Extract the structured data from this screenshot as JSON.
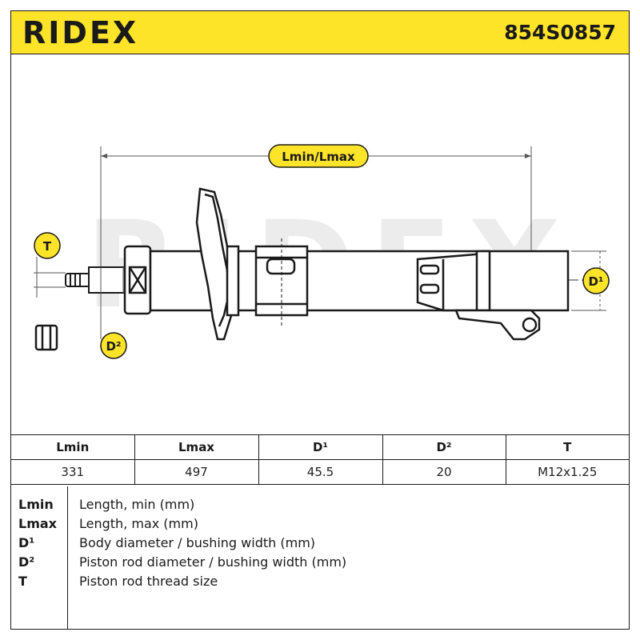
{
  "header": {
    "brand": "RIDEX",
    "part_number": "854S0857"
  },
  "diagram": {
    "length_label": "Lmin/Lmax",
    "thread_label": "T",
    "body_diameter_label": "D¹",
    "rod_diameter_label": "D²",
    "watermark": "RIDEX",
    "accent_color": "#fde428"
  },
  "specs": {
    "headers": [
      "Lmin",
      "Lmax",
      "D¹",
      "D²",
      "T"
    ],
    "values": [
      "331",
      "497",
      "45.5",
      "20",
      "M12x1.25"
    ]
  },
  "legend": [
    {
      "key": "Lmin",
      "text": "Length, min (mm)"
    },
    {
      "key": "Lmax",
      "text": "Length, max (mm)"
    },
    {
      "key": "D¹",
      "text": "Body diameter / bushing width (mm)"
    },
    {
      "key": "D²",
      "text": "Piston rod diameter / bushing width (mm)"
    },
    {
      "key": "T",
      "text": "Piston rod thread size"
    }
  ]
}
